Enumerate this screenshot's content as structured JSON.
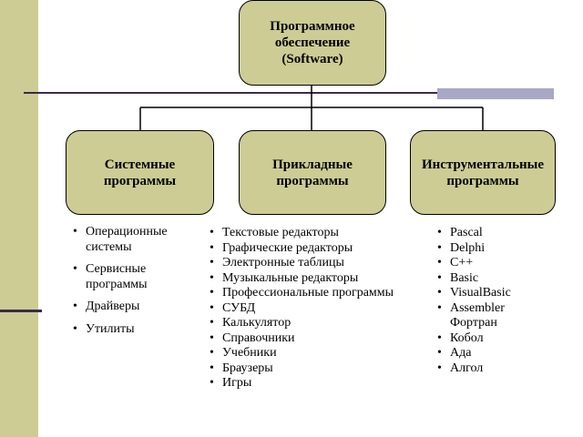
{
  "root": {
    "label": "Программное\nобеспечение\n(Software)"
  },
  "categories": [
    {
      "label": "Системные\nпрограммы",
      "items": [
        "Операционные системы",
        "Сервисные программы",
        "Драйверы",
        "Утилиты"
      ]
    },
    {
      "label": "Прикладные\nпрограммы",
      "items": [
        "Текстовые редакторы",
        "Графические редакторы",
        "Электронные таблицы",
        "Музыкальные редакторы",
        "Профессиональные программы",
        "СУБД",
        "Калькулятор",
        "Справочники",
        "Учебники",
        "Браузеры",
        "Игры"
      ]
    },
    {
      "label": "Инструментальные\nпрограммы",
      "items": [
        "Pascal",
        "Delphi",
        "C++",
        "Basic",
        "VisualBasic",
        "Assembler Фортран",
        "Кобол",
        "Ада",
        "Алгол"
      ]
    }
  ],
  "colors": {
    "node_fill": "#cdcc95",
    "accent_bar": "#a8a8c4",
    "rule_line": "#3a2a4a"
  }
}
